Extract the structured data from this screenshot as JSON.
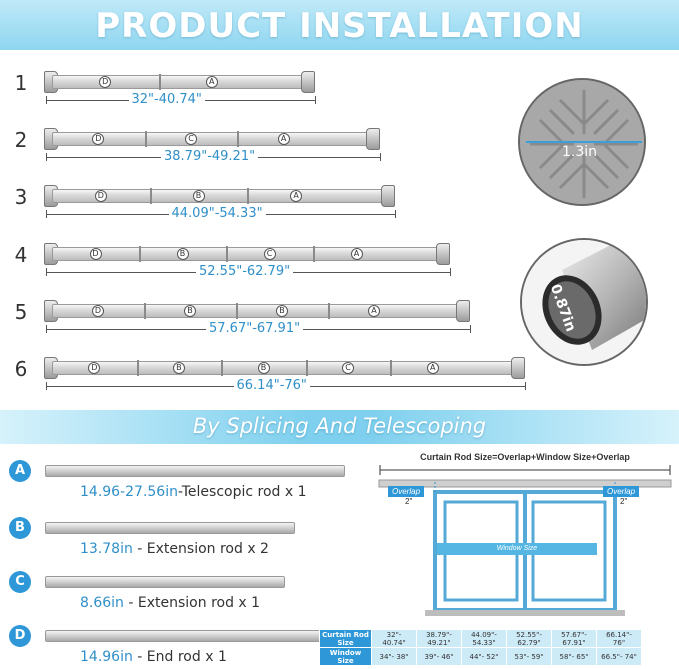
{
  "header": {
    "title": "PRODUCT INSTALLATION"
  },
  "steps": [
    {
      "num": "1",
      "letters": [
        "D",
        "A"
      ],
      "dimension": "32\"-40.74\""
    },
    {
      "num": "2",
      "letters": [
        "D",
        "C",
        "A"
      ],
      "dimension": "38.79\"-49.21\""
    },
    {
      "num": "3",
      "letters": [
        "D",
        "B",
        "A"
      ],
      "dimension": "44.09\"-54.33\""
    },
    {
      "num": "4",
      "letters": [
        "D",
        "B",
        "C",
        "A"
      ],
      "dimension": "52.55\"-62.79\""
    },
    {
      "num": "5",
      "letters": [
        "D",
        "B",
        "B",
        "A"
      ],
      "dimension": "57.67\"-67.91\""
    },
    {
      "num": "6",
      "letters": [
        "D",
        "B",
        "B",
        "C",
        "A"
      ],
      "dimension": "66.14\"-76\""
    }
  ],
  "details": {
    "cap_diameter": "1.3in",
    "rod_diameter": "0.87in"
  },
  "section": {
    "subtitle": "By Splicing And Telescoping"
  },
  "components": [
    {
      "badge": "A",
      "size": "14.96-27.56in",
      "desc": "-Telescopic rod x 1"
    },
    {
      "badge": "B",
      "size": "13.78in",
      "desc": " - Extension rod x 2"
    },
    {
      "badge": "C",
      "size": "8.66in",
      "desc": " - Extension rod x 1"
    },
    {
      "badge": "D",
      "size": "14.96in",
      "desc": " - End  rod x 1"
    }
  ],
  "window": {
    "formula": "Curtain Rod Size=Overlap+Window Size+Overlap",
    "overlap_label": "Overlap",
    "overlap_value": "2\"",
    "window_label": "Window Size"
  },
  "size_table": {
    "row1_head": "Curtain Rod Size",
    "row1": [
      "32\"- 40.74\"",
      "38.79\"- 49.21\"",
      "44.09\"- 54.33\"",
      "52.55\"- 62.79\"",
      "57.67\"- 67.91\"",
      "66.14\"- 76\""
    ],
    "row2_head": "Window Size",
    "row2": [
      "34\"- 38\"",
      "39\"- 46\"",
      "44\"- 52\"",
      "53\"- 59\"",
      "58\"- 65\"",
      "66.5\"- 74\""
    ]
  },
  "colors": {
    "accent": "#2e97d8",
    "dimension": "#2f8fc9",
    "banner": "#8fd6f0"
  }
}
